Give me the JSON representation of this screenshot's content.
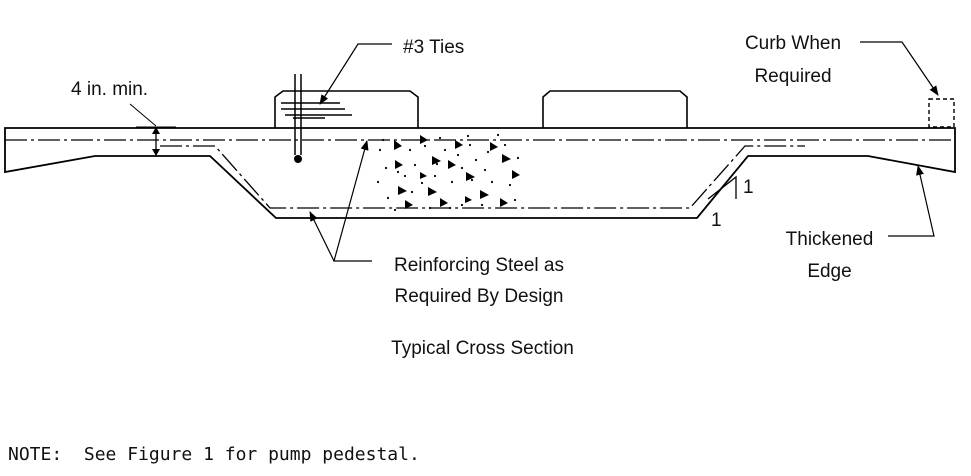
{
  "labels": {
    "ties": "#3 Ties",
    "min_thickness": "4 in. min.",
    "curb_line1": "Curb When",
    "curb_line2": "Required",
    "thickened_line1": "Thickened",
    "thickened_line2": "Edge",
    "reinforcing_line1": "Reinforcing Steel as",
    "reinforcing_line2": "Required By Design",
    "slope_rise": "1",
    "slope_run": "1",
    "caption": "Typical Cross Section"
  },
  "note": "NOTE:  See Figure 1 for pump pedestal."
}
